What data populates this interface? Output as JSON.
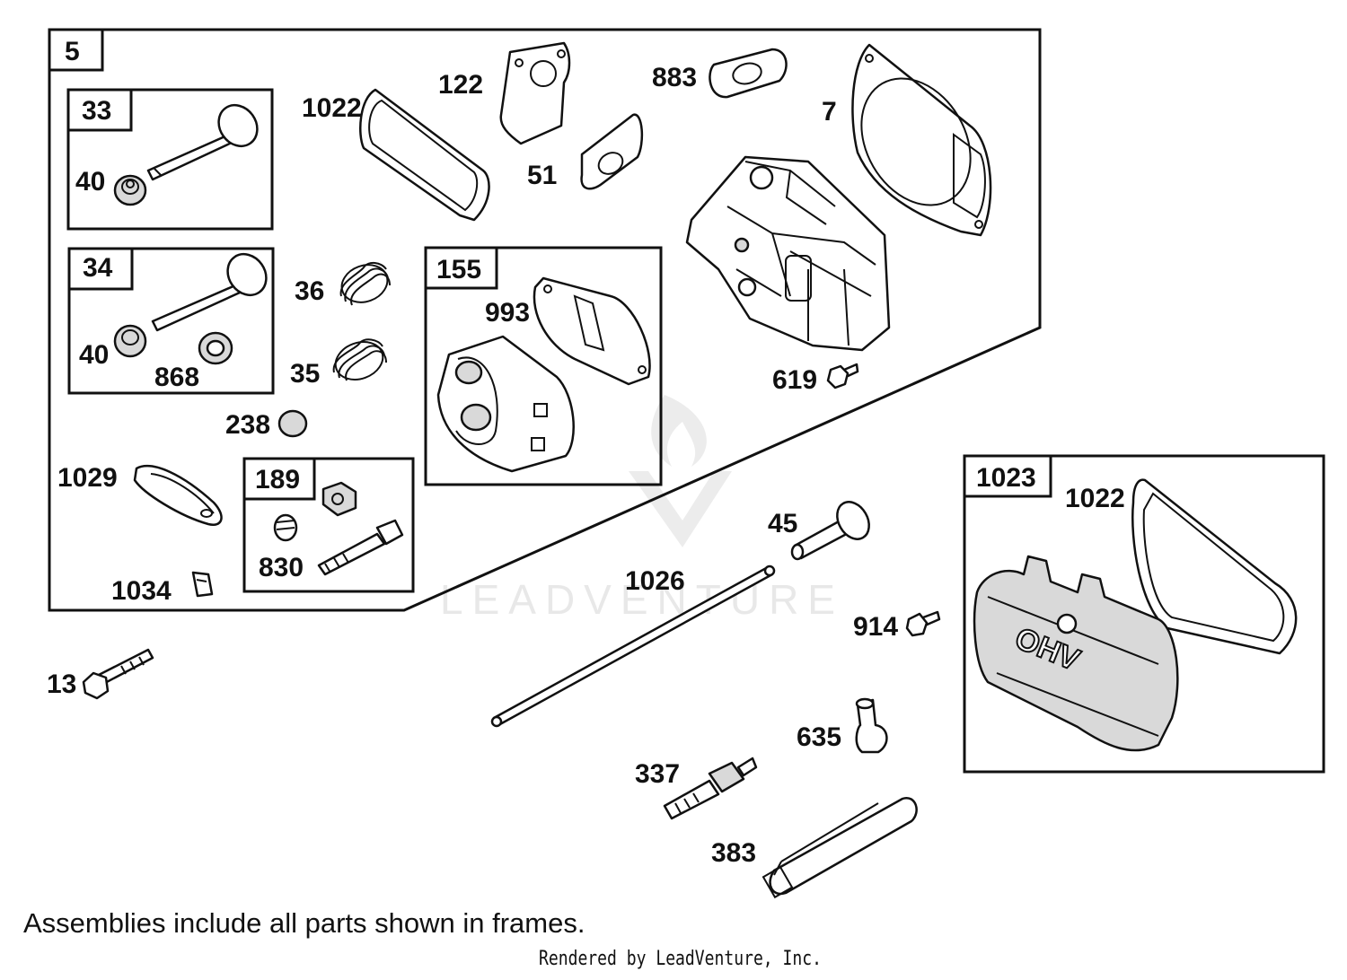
{
  "watermark": "LEADVENTURE",
  "frames": [
    {
      "id": "frame-5",
      "label": "5"
    },
    {
      "id": "frame-33",
      "label": "33"
    },
    {
      "id": "frame-34",
      "label": "34"
    },
    {
      "id": "frame-155",
      "label": "155"
    },
    {
      "id": "frame-189",
      "label": "189"
    },
    {
      "id": "frame-1023",
      "label": "1023"
    }
  ],
  "callouts": {
    "c40a": "40",
    "c40b": "40",
    "c868": "868",
    "c36": "36",
    "c35": "35",
    "c238": "238",
    "c1022a": "1022",
    "c122": "122",
    "c51": "51",
    "c883": "883",
    "c7": "7",
    "c993": "993",
    "c619": "619",
    "c1029": "1029",
    "c830": "830",
    "c1034": "1034",
    "c13": "13",
    "c45": "45",
    "c1026": "1026",
    "c914": "914",
    "c635": "635",
    "c337": "337",
    "c383": "383",
    "c1022b": "1022"
  },
  "cover_text": "OHV",
  "footnote": "Assemblies include all parts shown in frames.",
  "credit": "Rendered by LeadVenture, Inc."
}
